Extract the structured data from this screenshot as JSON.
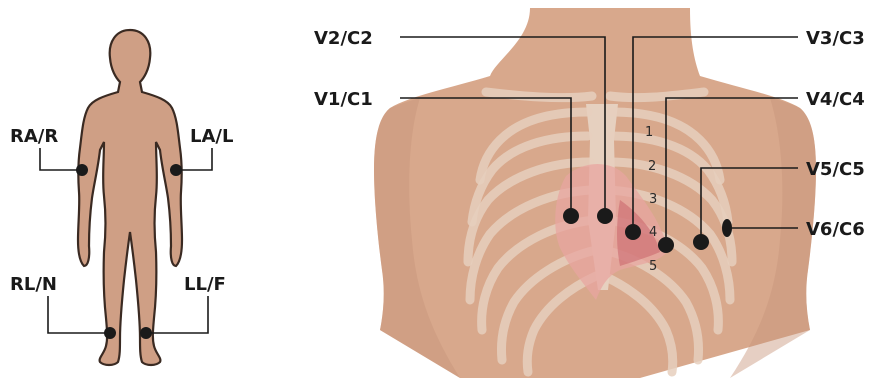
{
  "colors": {
    "skin": "#cf9f85",
    "skin_outline": "#3a2a22",
    "bone": "#e6cfbd",
    "heart": "#e8a6a0",
    "heart_dark": "#c9636a",
    "electrode": "#1a1a1a",
    "text": "#1a1a1a"
  },
  "limb_leads": {
    "ra": "RA/R",
    "la": "LA/L",
    "rl": "RL/N",
    "ll": "LL/F"
  },
  "chest_leads": {
    "v1": "V1/C1",
    "v2": "V2/C2",
    "v3": "V3/C3",
    "v4": "V4/C4",
    "v5": "V5/C5",
    "v6": "V6/C6"
  },
  "intercostal_numbers": [
    "1",
    "2",
    "3",
    "4",
    "5"
  ]
}
